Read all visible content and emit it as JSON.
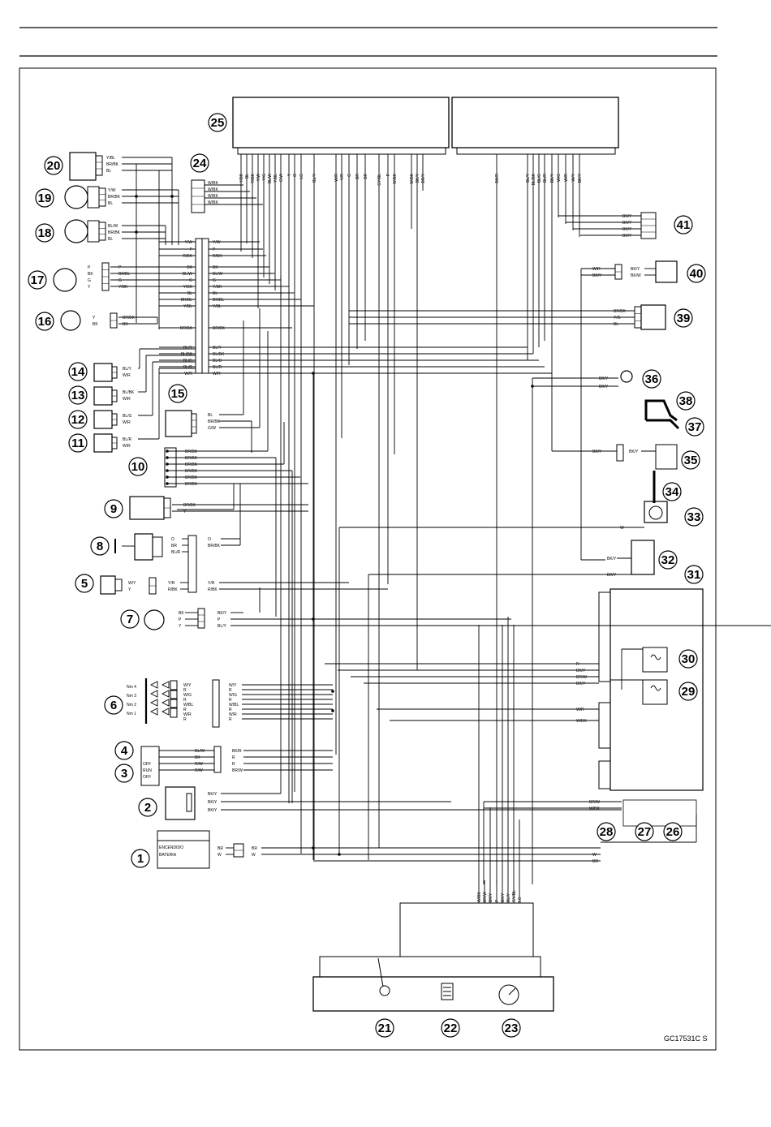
{
  "diagram": {
    "component_numbers": [
      "1",
      "2",
      "3",
      "4",
      "5",
      "6",
      "7",
      "8",
      "9",
      "10",
      "11",
      "12",
      "13",
      "14",
      "15",
      "16",
      "17",
      "18",
      "19",
      "20",
      "21",
      "22",
      "23",
      "24",
      "25",
      "26",
      "27",
      "28",
      "29",
      "30",
      "31",
      "32",
      "33",
      "34",
      "35",
      "36",
      "37",
      "38",
      "39",
      "40",
      "41"
    ],
    "figure_code": "GC17531C  S",
    "ecu_left_pins": [
      "Y/BK",
      "BL",
      "R/BK",
      "Y/W",
      "Y/G",
      "BL/W",
      "Y/BL",
      "G/W",
      "Y",
      "O",
      "LG",
      "BL/Y",
      "W/R",
      "Y/R",
      "G",
      "BR",
      "BK",
      "GY/BL",
      "P",
      "W/BK",
      "W/BK",
      "BK/Y",
      "BR/Y"
    ],
    "ecu_right_pins": [
      "BK/R",
      "BL/Y",
      "BL/BK",
      "BL/G",
      "BL/R",
      "BK/Y",
      "W/G",
      "W/R",
      "W/Y",
      "BK/Y"
    ],
    "connector24_wires": [
      "W/BK",
      "W/BK",
      "W/BK",
      "W/BK"
    ],
    "sensor20_wires": [
      "Y/BL",
      "BR/BK",
      "BL"
    ],
    "sensor19_wires": [
      "Y/W",
      "BR/BK",
      "BL"
    ],
    "sensor18_wires": [
      "BL/W",
      "BR/BK",
      "BL"
    ],
    "sensor17_wires": [
      "P",
      "BK",
      "G",
      "Y"
    ],
    "connector17_wires": [
      "P",
      "BK/BL",
      "G",
      "Y/BK"
    ],
    "sensor16_wires": [
      "Y",
      "BK"
    ],
    "connector16_wires": [
      "BR/BK",
      "BK"
    ],
    "junction_left_labels": [
      "Y/W",
      "P",
      "R/BK",
      "BK",
      "BL/W",
      "G",
      "Y/BK",
      "BL",
      "BK/BL",
      "Y/BL",
      "BR/BK",
      "BL/Y",
      "BL/BK",
      "BL/G",
      "BL/R",
      "W/R"
    ],
    "junction_right_labels": [
      "Y/W",
      "P",
      "R/BK",
      "BK",
      "BL/W",
      "G",
      "Y/BK",
      "BL",
      "BK/BL",
      "Y/BL",
      "BR/BK",
      "BL/Y",
      "BL/BK",
      "BL/G",
      "BL/R",
      "W/R"
    ],
    "injector_wires": [
      [
        "BL/Y",
        "W/R"
      ],
      [
        "BL/BK",
        "W/R"
      ],
      [
        "BL/G",
        "W/R"
      ],
      [
        "BL/R",
        "W/R"
      ]
    ],
    "sensor15_wires": [
      "BL",
      "BR/BK",
      "G/W"
    ],
    "splice10_wires": [
      "BR/BK",
      "BR/BK",
      "BR/BK",
      "BR/BK",
      "BR/BK",
      "BR/BK"
    ],
    "sensor9_wires": [
      "BR/BK",
      "Y"
    ],
    "sensor8_wires": [
      "O",
      "BR",
      "BL/R"
    ],
    "connector8_wires": [
      "O",
      "BR/BK"
    ],
    "sensor5_wires": [
      "W/Y",
      "Y"
    ],
    "connector5_wires": [
      "Y/R",
      "R/BK"
    ],
    "connector5_right": [
      "Y/R",
      "R/BK"
    ],
    "sensor7_wires": [
      "BK",
      "P",
      "Y"
    ],
    "connector7_right": [
      "BK/Y",
      "P",
      "BL/Y"
    ],
    "switch6_labels": [
      "Nm 4",
      "Nm 3",
      "Nm 2",
      "Nm 1"
    ],
    "switch6_wires": [
      "W/Y",
      "R",
      "W/G",
      "R",
      "W/BL",
      "R",
      "W/R",
      "R"
    ],
    "connector6_right": [
      "W/Y",
      "R",
      "W/G",
      "R",
      "W/BL",
      "R",
      "W/R",
      "R"
    ],
    "switch4_wires": [
      "BL/W",
      "BK",
      "R/W",
      "R/W"
    ],
    "connector4_right": [
      "BK/R",
      "R",
      "R",
      "BR/W"
    ],
    "switch3_labels": [
      "OFF",
      "RUN",
      "OFF"
    ],
    "relay2_wires": [
      "BK/Y",
      "BK/Y",
      "BK/Y"
    ],
    "switch1_header": [
      "ENCENDIDO",
      "BATERIA"
    ],
    "switch1_wires": [
      "BR",
      "W"
    ],
    "connector1_right": [
      "BR",
      "W"
    ],
    "connector41_wires": [
      "BK/Y",
      "BK/Y",
      "BK/Y",
      "BK/Y"
    ],
    "connector40_left": [
      "W/R",
      "BK/Y"
    ],
    "connector40_right": [
      "BK/Y",
      "BK/W"
    ],
    "connector39_wires": [
      "BR/BK",
      "Y/G",
      "BL"
    ],
    "ground36_wires": [
      "BK/Y",
      "BK/Y"
    ],
    "connector35_left": "BK/Y",
    "connector35_right": "BK/Y",
    "wire33": "W",
    "connector32_wires": [
      "BK/Y",
      "BK/Y"
    ],
    "unit31_wires": [
      "R",
      "BK/Y",
      "BR/W",
      "BK/Y",
      "W/R",
      "W/BK"
    ],
    "connector28_wires": [
      "BR/W",
      "W/BK"
    ],
    "bottom_right_wires": [
      "W",
      "BR"
    ],
    "meter_wires": [
      "W/BK",
      "BR/W",
      "BK/Y",
      "P",
      "BK/Y",
      "BL/Y",
      "GY/BL",
      "LG"
    ]
  }
}
